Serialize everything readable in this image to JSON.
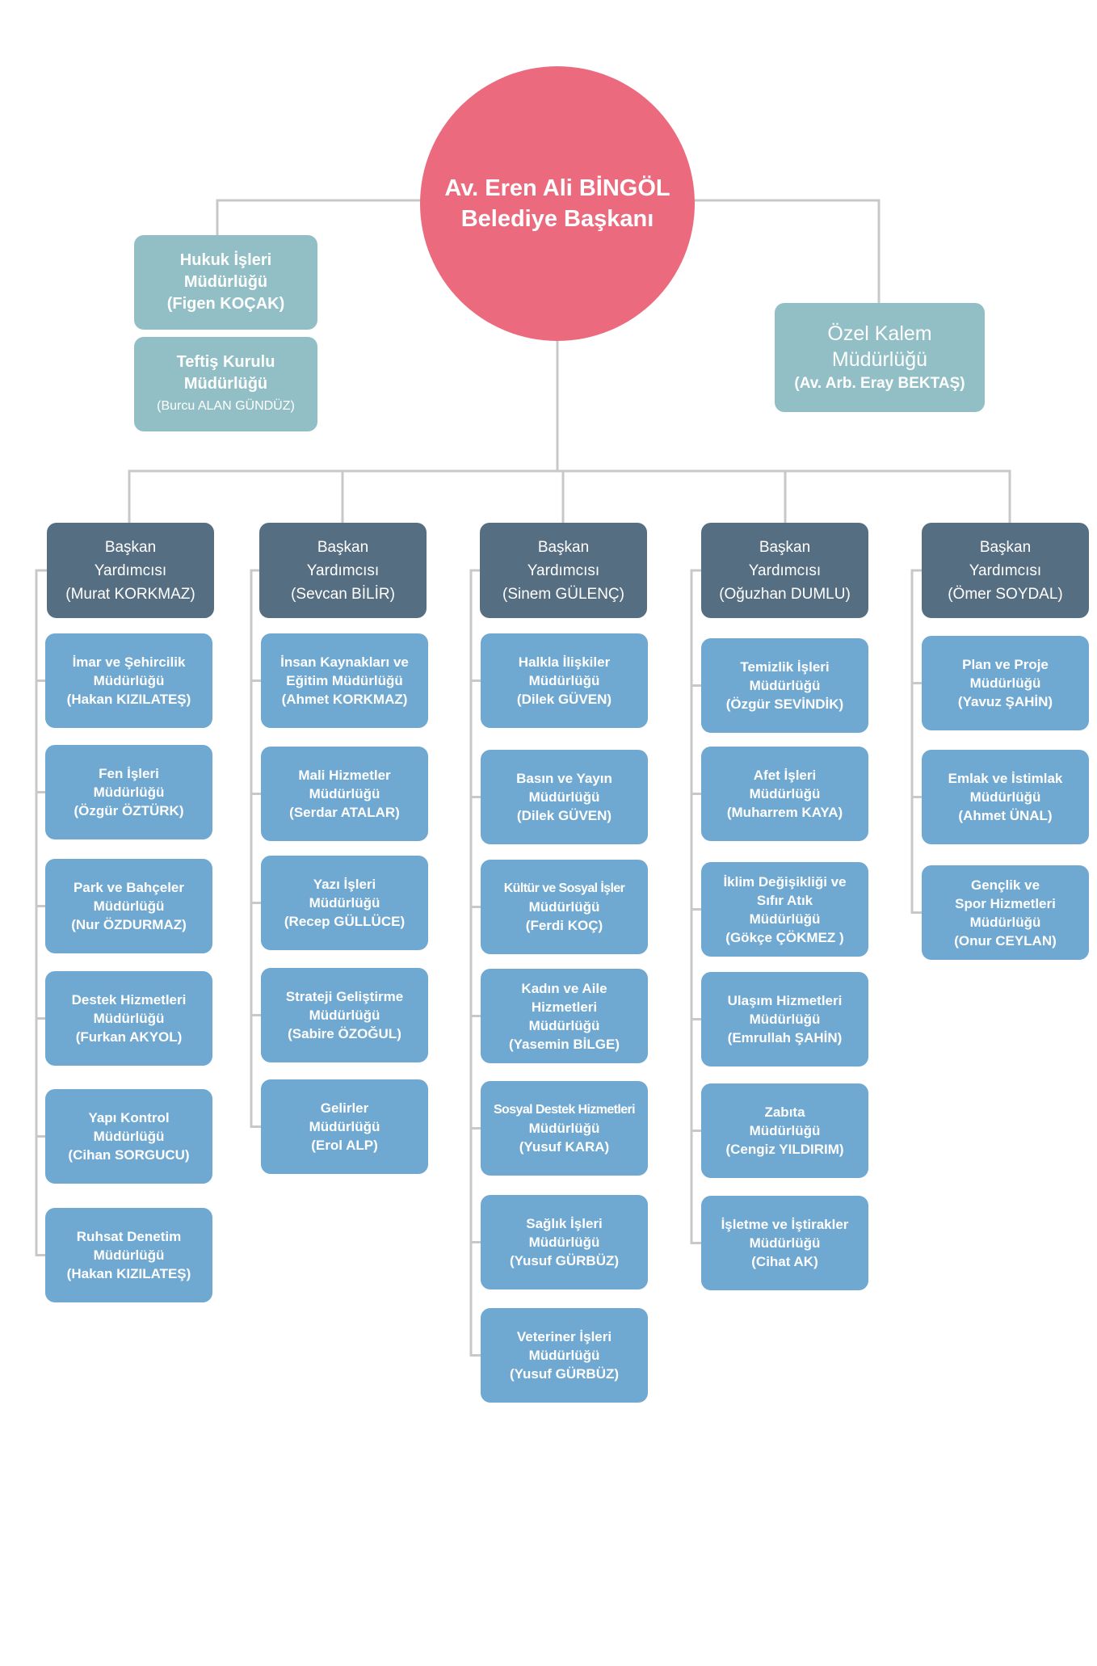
{
  "mayor": {
    "line1": "Av. Eren Ali BİNGÖL",
    "line2": "Belediye Başkanı"
  },
  "staff_units": {
    "legal": {
      "lines": [
        "Hukuk İşleri",
        "Müdürlüğü",
        "(Figen KOÇAK)"
      ]
    },
    "inspection": {
      "lines": [
        "Teftiş Kurulu",
        "Müdürlüğü",
        "(Burcu ALAN GÜNDÜZ)"
      ]
    },
    "private_office": {
      "lines": [
        "Özel Kalem",
        "Müdürlüğü",
        "(Av. Arb. Eray BEKTAŞ)"
      ]
    }
  },
  "deputies": [
    {
      "lines": [
        "Başkan",
        "Yardımcısı",
        "(Murat KORKMAZ)"
      ],
      "units": [
        {
          "lines": [
            "İmar ve Şehircilik",
            "Müdürlüğü",
            "(Hakan KIZILATEŞ)"
          ]
        },
        {
          "lines": [
            "Fen İşleri",
            "Müdürlüğü",
            "(Özgür ÖZTÜRK)"
          ]
        },
        {
          "lines": [
            "Park ve Bahçeler",
            "Müdürlüğü",
            "(Nur ÖZDURMAZ)"
          ]
        },
        {
          "lines": [
            "Destek Hizmetleri",
            "Müdürlüğü",
            "(Furkan AKYOL)"
          ]
        },
        {
          "lines": [
            "Yapı Kontrol",
            "Müdürlüğü",
            "(Cihan SORGUCU)"
          ]
        },
        {
          "lines": [
            "Ruhsat Denetim",
            "Müdürlüğü",
            "(Hakan KIZILATEŞ)"
          ]
        }
      ]
    },
    {
      "lines": [
        "Başkan",
        "Yardımcısı",
        "(Sevcan BİLİR)"
      ],
      "units": [
        {
          "lines": [
            "İnsan Kaynakları ve",
            "Eğitim Müdürlüğü",
            "(Ahmet KORKMAZ)"
          ]
        },
        {
          "lines": [
            "Mali Hizmetler",
            "Müdürlüğü",
            "(Serdar ATALAR)"
          ]
        },
        {
          "lines": [
            "Yazı İşleri",
            "Müdürlüğü",
            "(Recep GÜLLÜCE)"
          ]
        },
        {
          "lines": [
            "Strateji Geliştirme",
            "Müdürlüğü",
            "(Sabire ÖZOĞUL)"
          ]
        },
        {
          "lines": [
            "Gelirler",
            "Müdürlüğü",
            "(Erol ALP)"
          ]
        }
      ]
    },
    {
      "lines": [
        "Başkan",
        "Yardımcısı",
        "(Sinem GÜLENÇ)"
      ],
      "units": [
        {
          "lines": [
            "Halkla İlişkiler",
            "Müdürlüğü",
            "(Dilek GÜVEN)"
          ]
        },
        {
          "lines": [
            "Basın ve Yayın",
            "Müdürlüğü",
            "(Dilek GÜVEN)"
          ]
        },
        {
          "lines": [
            "Kültür ve Sosyal İşler",
            "Müdürlüğü",
            "(Ferdi KOÇ)"
          ]
        },
        {
          "lines": [
            "Kadın ve Aile",
            "Hizmetleri",
            "Müdürlüğü",
            "(Yasemin BİLGE)"
          ]
        },
        {
          "lines": [
            "Sosyal Destek Hizmetleri",
            "Müdürlüğü",
            "(Yusuf KARA)"
          ]
        },
        {
          "lines": [
            "Sağlık İşleri",
            "Müdürlüğü",
            "(Yusuf GÜRBÜZ)"
          ]
        },
        {
          "lines": [
            "Veteriner İşleri",
            "Müdürlüğü",
            "(Yusuf GÜRBÜZ)"
          ]
        }
      ]
    },
    {
      "lines": [
        "Başkan",
        "Yardımcısı",
        "(Oğuzhan DUMLU)"
      ],
      "units": [
        {
          "lines": [
            "Temizlik İşleri",
            "Müdürlüğü",
            "(Özgür SEVİNDİK)"
          ]
        },
        {
          "lines": [
            "Afet İşleri",
            "Müdürlüğü",
            "(Muharrem KAYA)"
          ]
        },
        {
          "lines": [
            "İklim Değişikliği ve",
            "Sıfır Atık",
            "Müdürlüğü",
            "(Gökçe ÇÖKMEZ )"
          ]
        },
        {
          "lines": [
            "Ulaşım Hizmetleri",
            "Müdürlüğü",
            "(Emrullah ŞAHİN)"
          ]
        },
        {
          "lines": [
            "Zabıta",
            "Müdürlüğü",
            "(Cengiz YILDIRIM)"
          ]
        },
        {
          "lines": [
            "İşletme ve İştirakler",
            "Müdürlüğü",
            "(Cihat AK)"
          ]
        }
      ]
    },
    {
      "lines": [
        "Başkan",
        "Yardımcısı",
        "(Ömer SOYDAL)"
      ],
      "units": [
        {
          "lines": [
            "Plan ve Proje",
            "Müdürlüğü",
            "(Yavuz ŞAHİN)"
          ]
        },
        {
          "lines": [
            "Emlak ve İstimlak",
            "Müdürlüğü",
            "(Ahmet ÜNAL)"
          ]
        },
        {
          "lines": [
            "Gençlik ve",
            "Spor Hizmetleri",
            "Müdürlüğü",
            "(Onur CEYLAN)"
          ]
        }
      ]
    }
  ],
  "colors": {
    "mayor": "#ec6a7d",
    "staff": "#91bfc5",
    "deputy": "#566e82",
    "directorate": "#6fa8d1",
    "connector": "#c8c8c8"
  }
}
